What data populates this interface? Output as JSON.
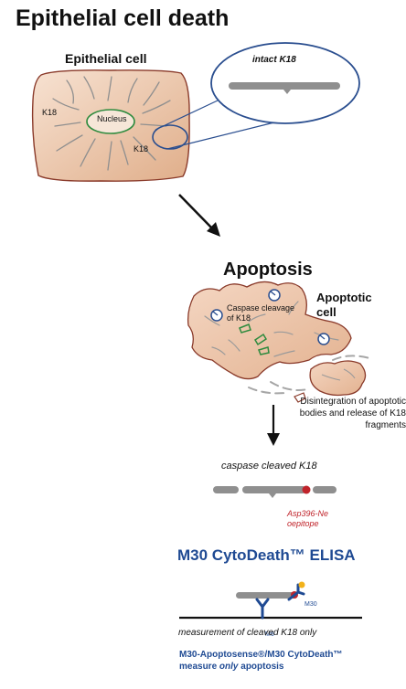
{
  "title": "Epithelial cell death",
  "cell": {
    "heading": "Epithelial cell",
    "k18_label_left": "K18",
    "k18_label_right": "K18",
    "nucleus_label": "Nucleus",
    "zoom_label": "intact K18"
  },
  "apoptosis": {
    "title": "Apoptosis",
    "caspase_cleavage": "Caspase cleavage of K18",
    "apoptotic_cell": "Apoptotic cell",
    "disintegration": "Disintegration of apoptotic bodies and release of K18 fragments"
  },
  "fragment": {
    "label": "caspase cleaved K18",
    "epitope": "Asp396-Ne oepitope"
  },
  "elisa": {
    "title": "M30 CytoDeath™ ELISA",
    "m30_label": "M30",
    "m6_label": "M6",
    "measurement": "measurement of cleaved K18 only",
    "apoptosense_line1": "M30-Apoptosense®/M30 CytoDeath™",
    "apoptosense_line2_pre": "measure ",
    "apoptosense_line2_em": "only",
    "apoptosense_line2_post": " apoptosis"
  },
  "colors": {
    "cell_fill": "#e8b896",
    "cell_stroke": "#8a3a2a",
    "nucleus_stroke": "#2e8b3e",
    "zoom_stroke": "#2a4e8f",
    "filament": "#9a9a9a",
    "elisa_blue": "#1f4a93",
    "epitope_red": "#c0242b"
  }
}
